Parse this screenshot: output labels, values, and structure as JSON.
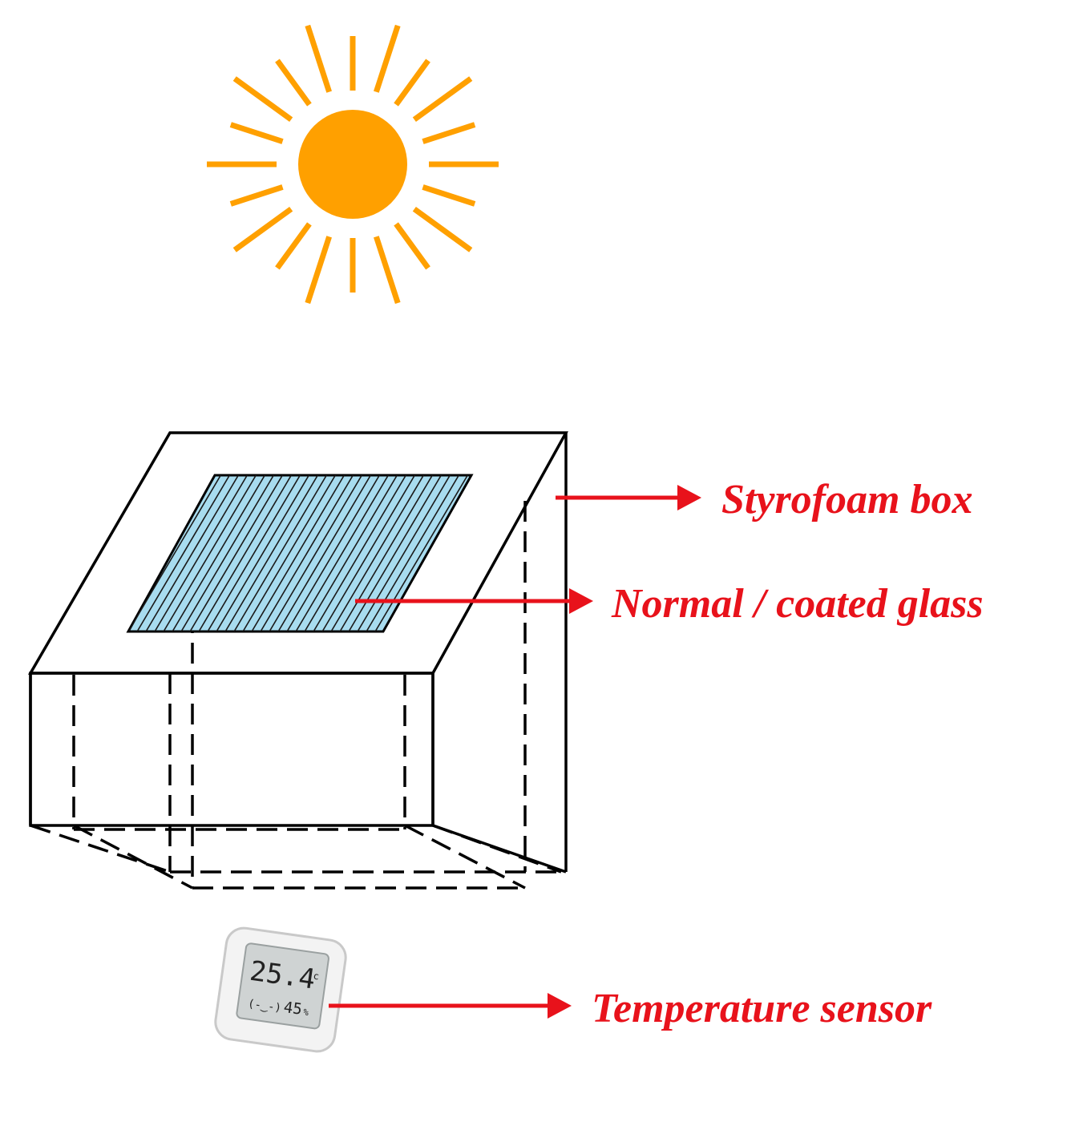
{
  "labels": {
    "box": "Styrofoam box",
    "glass": "Normal / coated glass",
    "sensor": "Temperature sensor"
  },
  "sensor_display": {
    "temperature": "25.4",
    "unit": "c",
    "humidity": "45",
    "humidity_unit": "%"
  },
  "colors": {
    "sun": "#ffa000",
    "label": "#e8121b",
    "glass": "#a8dcef",
    "line": "#000000"
  },
  "icons": {
    "sun": "sun-icon",
    "sensor": "thermometer-hygrometer-icon"
  }
}
